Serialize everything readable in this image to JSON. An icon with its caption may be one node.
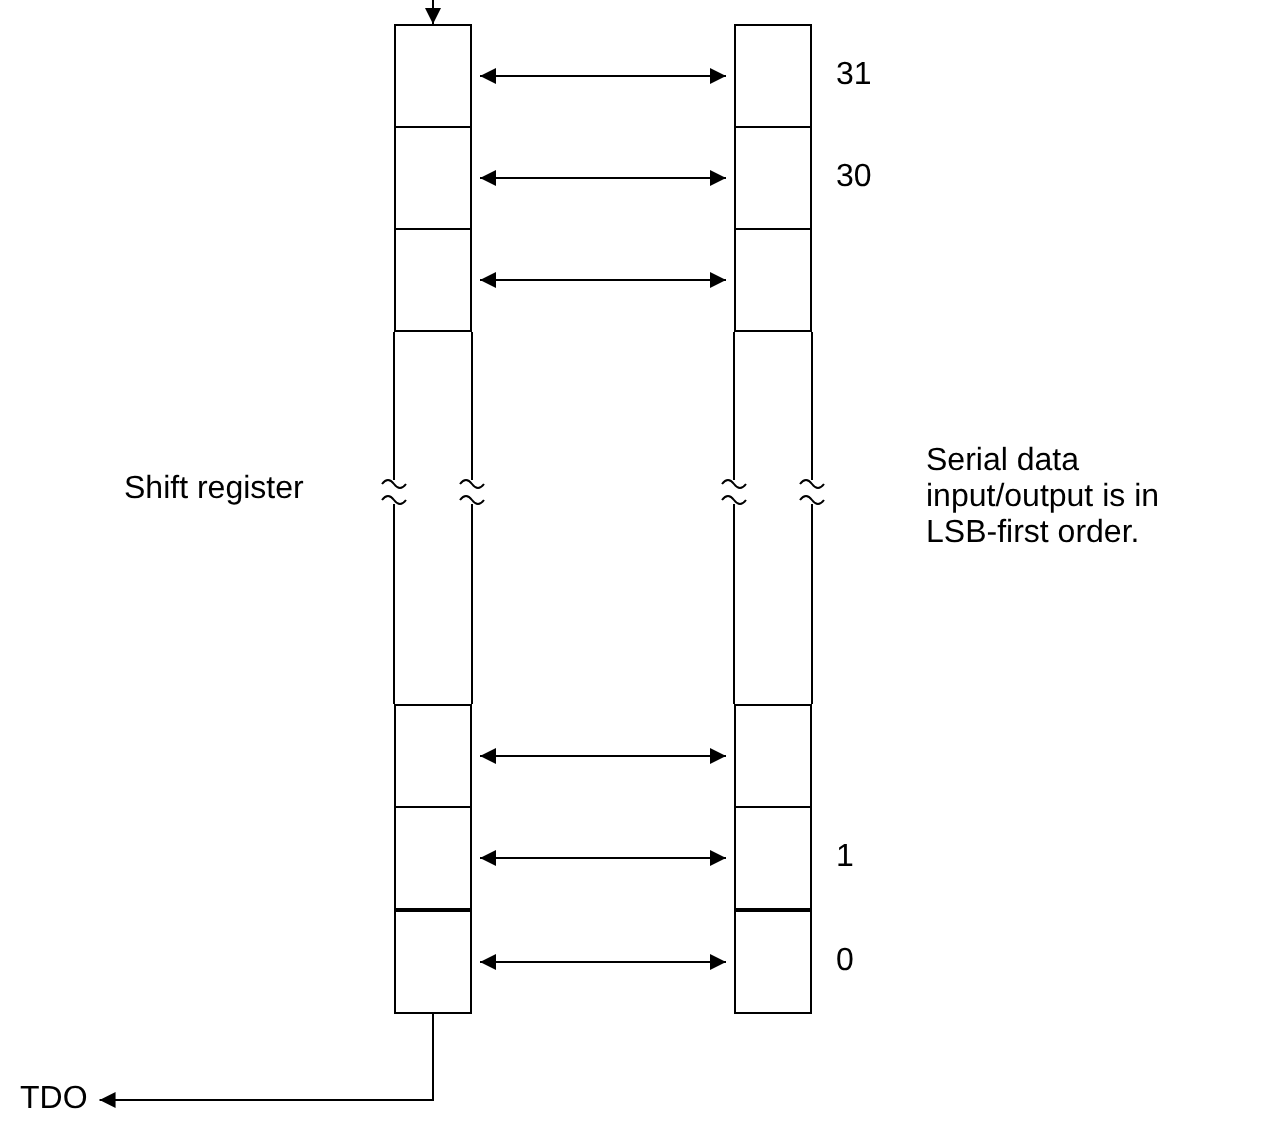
{
  "diagram": {
    "nodes": [
      {
        "text": [],
        "shape": "box"
      },
      {
        "text": [],
        "shape": "box"
      },
      {
        "text": [],
        "shape": "box"
      },
      {
        "text": [],
        "shape": "box"
      },
      {
        "text": [],
        "shape": "box"
      },
      {
        "text": [],
        "shape": "box"
      },
      {
        "text": [],
        "shape": "box",
        "beside": [
          "31"
        ]
      },
      {
        "text": [],
        "shape": "box",
        "beside": [
          "30"
        ]
      },
      {
        "text": [],
        "shape": "box"
      },
      {
        "text": [],
        "shape": "box"
      },
      {
        "text": [],
        "shape": "box",
        "beside": [
          "1"
        ]
      },
      {
        "text": [],
        "shape": "box",
        "beside": [
          "0"
        ]
      },
      {
        "text": [
          "TDO"
        ]
      }
    ],
    "edges": [
      {
        "from": null,
        "to": 0,
        "arrow": "to"
      },
      {
        "from": 0,
        "to": 6,
        "arrow": "both"
      },
      {
        "from": 1,
        "to": 7,
        "arrow": "both"
      },
      {
        "from": 2,
        "to": 8,
        "arrow": "both"
      },
      {
        "from": 3,
        "to": 9,
        "arrow": "both"
      },
      {
        "from": 4,
        "to": 10,
        "arrow": "both"
      },
      {
        "from": 5,
        "to": 11,
        "arrow": "both"
      },
      {
        "from": 5,
        "to": 12,
        "arrow": "to"
      }
    ],
    "labels": [
      "Shift register",
      "Serial data input/output is in LSB-first order."
    ]
  }
}
